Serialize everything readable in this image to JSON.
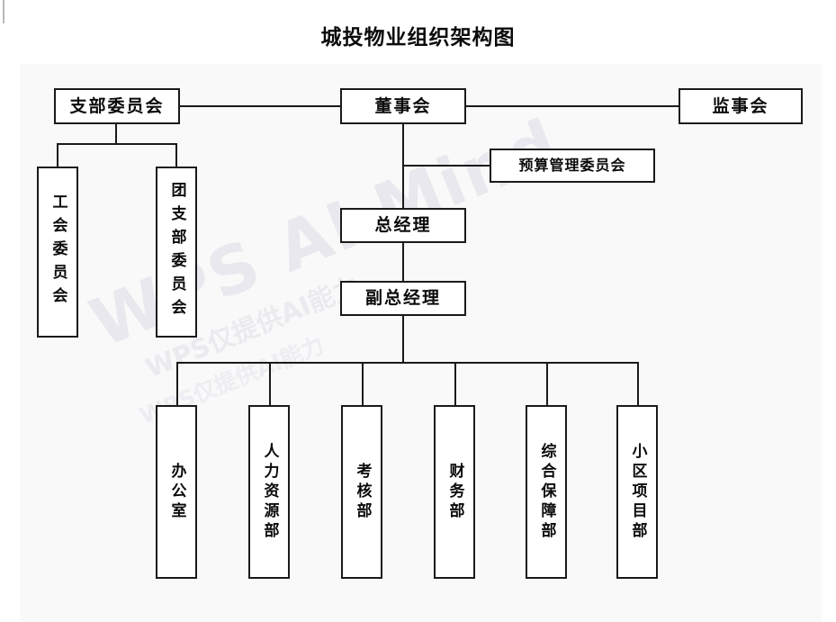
{
  "title": "城投物业组织架构图",
  "watermark": {
    "main": "WPS AI Mind",
    "sub1": "WPS仅提供AI能力",
    "sub2": "WPS仅提供AI能力"
  },
  "chart_data": {
    "type": "diagram",
    "diagram_type": "organization-chart",
    "title": "城投物业组织架构图",
    "nodes": [
      {
        "id": "party-branch-committee",
        "label": "支部委员会",
        "level": 1,
        "orientation": "horizontal"
      },
      {
        "id": "board-of-directors",
        "label": "董事会",
        "level": 1,
        "orientation": "horizontal"
      },
      {
        "id": "board-of-supervisors",
        "label": "监事会",
        "level": 1,
        "orientation": "horizontal"
      },
      {
        "id": "labor-union-committee",
        "label": "工会委员会",
        "level": 2,
        "orientation": "vertical"
      },
      {
        "id": "youth-league-branch-committee",
        "label": "团支部委员会",
        "level": 2,
        "orientation": "vertical"
      },
      {
        "id": "budget-management-committee",
        "label": "预算管理委员会",
        "level": 2,
        "orientation": "horizontal"
      },
      {
        "id": "general-manager",
        "label": "总经理",
        "level": 2,
        "orientation": "horizontal"
      },
      {
        "id": "deputy-general-manager",
        "label": "副总经理",
        "level": 3,
        "orientation": "horizontal"
      },
      {
        "id": "office",
        "label": "办公室",
        "level": 4,
        "orientation": "vertical"
      },
      {
        "id": "human-resources-department",
        "label": "人力资源部",
        "level": 4,
        "orientation": "vertical"
      },
      {
        "id": "assessment-department",
        "label": "考核部",
        "level": 4,
        "orientation": "vertical"
      },
      {
        "id": "finance-department",
        "label": "财务部",
        "level": 4,
        "orientation": "vertical"
      },
      {
        "id": "comprehensive-support-department",
        "label": "综合保障部",
        "level": 4,
        "orientation": "vertical"
      },
      {
        "id": "community-project-department",
        "label": "小区项目部",
        "level": 4,
        "orientation": "vertical"
      }
    ],
    "edges": [
      {
        "from": "party-branch-committee",
        "to": "board-of-directors",
        "style": "horizontal"
      },
      {
        "from": "board-of-directors",
        "to": "board-of-supervisors",
        "style": "horizontal"
      },
      {
        "from": "party-branch-committee",
        "to": "labor-union-committee",
        "style": "elbow"
      },
      {
        "from": "party-branch-committee",
        "to": "youth-league-branch-committee",
        "style": "elbow"
      },
      {
        "from": "board-of-directors",
        "to": "budget-management-committee",
        "style": "elbow"
      },
      {
        "from": "board-of-directors",
        "to": "general-manager",
        "style": "vertical"
      },
      {
        "from": "general-manager",
        "to": "deputy-general-manager",
        "style": "vertical"
      },
      {
        "from": "deputy-general-manager",
        "to": "office",
        "style": "elbow"
      },
      {
        "from": "deputy-general-manager",
        "to": "human-resources-department",
        "style": "elbow"
      },
      {
        "from": "deputy-general-manager",
        "to": "assessment-department",
        "style": "elbow"
      },
      {
        "from": "deputy-general-manager",
        "to": "finance-department",
        "style": "elbow"
      },
      {
        "from": "deputy-general-manager",
        "to": "comprehensive-support-department",
        "style": "elbow"
      },
      {
        "from": "deputy-general-manager",
        "to": "community-project-department",
        "style": "elbow"
      }
    ],
    "colors": {
      "canvas_background": "#f9f9f9",
      "page_background": "#ffffff",
      "node_fill": "#ffffff",
      "node_border": "#1a1a1a",
      "connector": "#1a1a1a",
      "text": "#0b0b0b",
      "watermark": "#e8e8ee"
    }
  }
}
